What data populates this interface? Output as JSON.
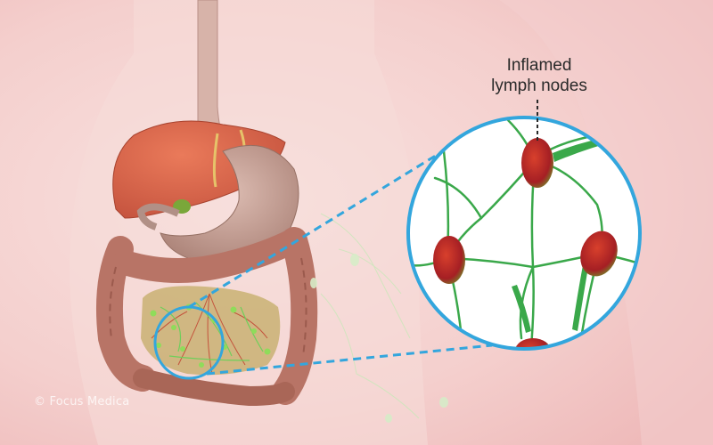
{
  "callout": {
    "line1": "Inflamed",
    "line2": "lymph nodes"
  },
  "watermark": "© Focus Medica",
  "colors": {
    "background": "#f6d4d4",
    "liver": "#d9644a",
    "stomach": "#c9a49a",
    "intestine": "#b87466",
    "lymph_vessel": "#3aa84a",
    "lymph_node": "#b8262a",
    "magnifier_ring": "#33a6dd"
  }
}
